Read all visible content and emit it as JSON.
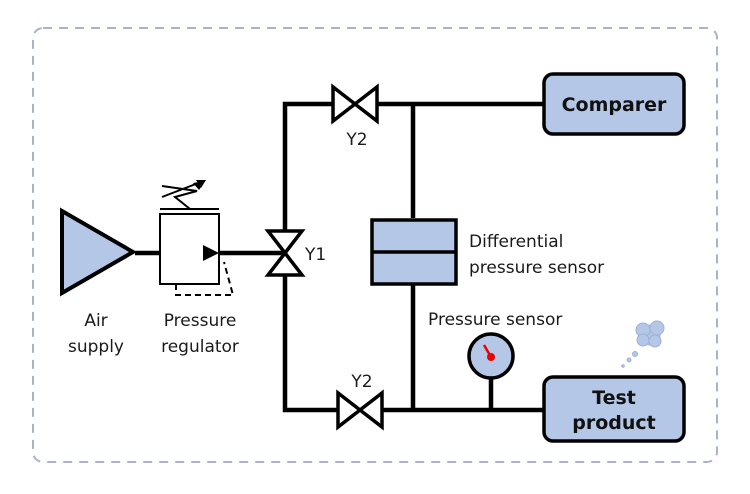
{
  "diagram": {
    "colors": {
      "fill": "#b4c7e7",
      "stroke": "#000000",
      "needle": "#ee0000",
      "frame": "#aab4c6",
      "bubble": "#b4c7e7"
    },
    "components": {
      "air_supply": {
        "label_line1": "Air",
        "label_line2": "supply"
      },
      "pressure_regulator": {
        "label_line1": "Pressure",
        "label_line2": "regulator"
      },
      "valve_y1": {
        "label": "Y1"
      },
      "valve_y2_top": {
        "label": "Y2"
      },
      "valve_y2_bottom": {
        "label": "Y2"
      },
      "differential_sensor": {
        "label_line1": "Differential",
        "label_line2": "pressure sensor"
      },
      "pressure_sensor": {
        "label": "Pressure sensor"
      },
      "comparer": {
        "label": "Comparer"
      },
      "test_product": {
        "label_line1": "Test",
        "label_line2": "product"
      }
    }
  }
}
